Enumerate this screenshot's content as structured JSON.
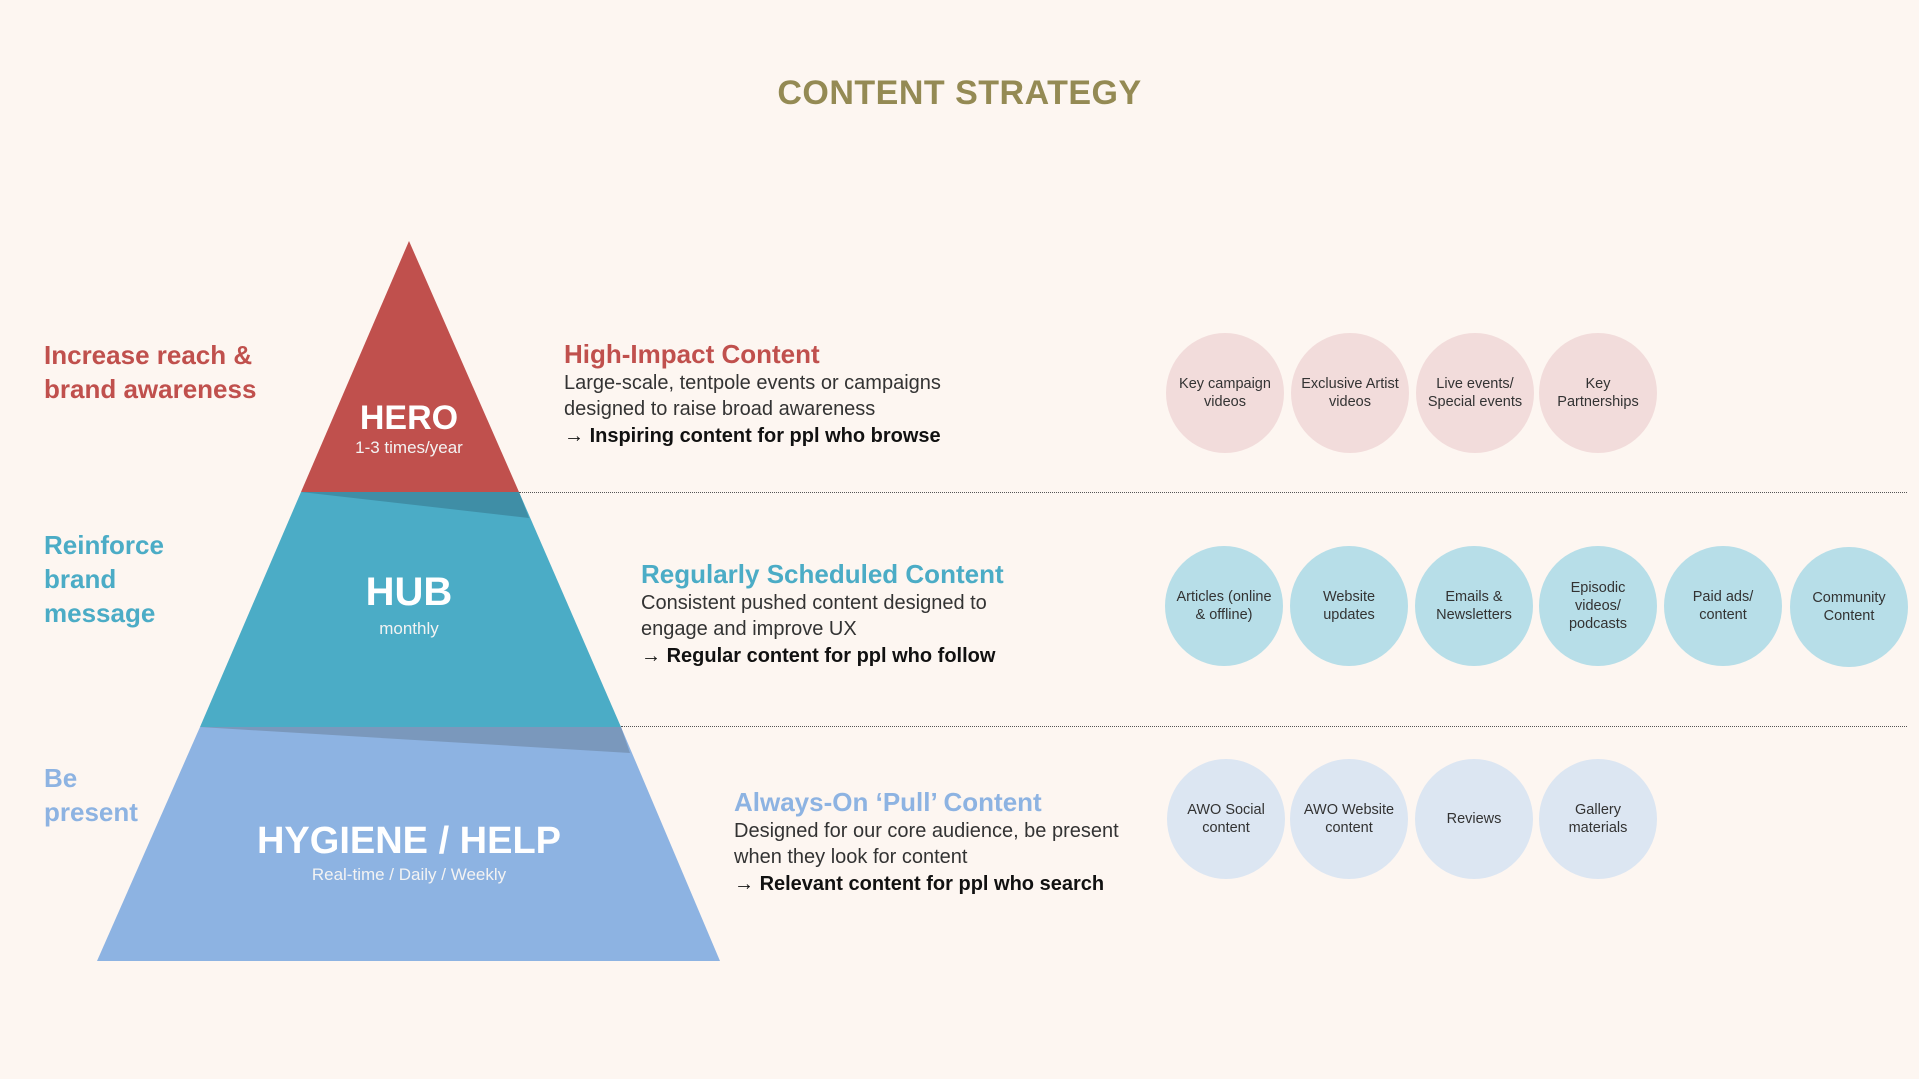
{
  "title": "CONTENT STRATEGY",
  "colors": {
    "hero": "#c0504d",
    "hub": "#4bacc6",
    "hygiene": "#8db3e2",
    "title": "#948a54"
  },
  "tiers": [
    {
      "name": "HERO",
      "freq": "1-3 times/year",
      "goal": [
        "Increase reach &",
        "brand awareness"
      ],
      "heading": "High-Impact Content",
      "body": [
        "Large-scale, tentpole events or campaigns",
        "designed to raise broad awareness"
      ],
      "arrow": "→",
      "takeaway": "Inspiring content for ppl who browse",
      "items": [
        "Key campaign videos",
        "Exclusive Artist videos",
        "Live events/ Special events",
        "Key Partnerships"
      ]
    },
    {
      "name": "HUB",
      "freq": "monthly",
      "goal": [
        "Reinforce",
        "brand",
        "message"
      ],
      "heading": "Regularly Scheduled Content",
      "body": [
        "Consistent pushed content designed to",
        "engage and improve UX"
      ],
      "arrow": "→",
      "takeaway": "Regular content for ppl who follow",
      "items": [
        "Articles (online & offline)",
        "Website updates",
        "Emails & Newsletters",
        "Episodic videos/ podcasts",
        "Paid ads/ content",
        "Community Content"
      ]
    },
    {
      "name": "HYGIENE / HELP",
      "freq": "Real-time / Daily / Weekly",
      "goal": [
        "Be",
        "present"
      ],
      "heading": "Always-On ‘Pull’ Content",
      "body": [
        "Designed for our core audience, be present",
        "when they look for content"
      ],
      "arrow": "→",
      "takeaway": "Relevant content for ppl who search",
      "items": [
        "AWO Social content",
        "AWO Website content",
        "Reviews",
        "Gallery materials"
      ]
    }
  ]
}
